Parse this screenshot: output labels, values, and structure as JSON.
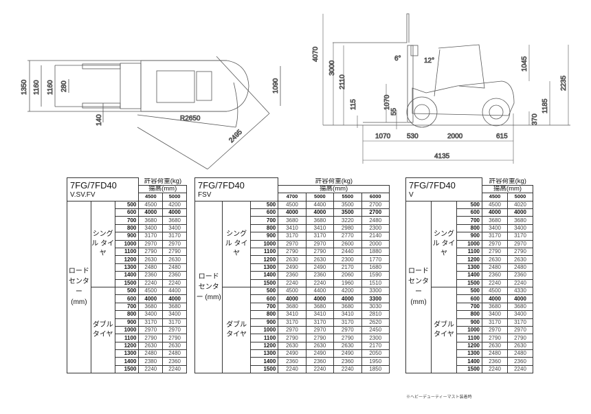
{
  "top_view": {
    "dims": [
      "1350",
      "1160",
      "1160",
      "280",
      "140",
      "R2650",
      "2495",
      "1090"
    ]
  },
  "side_view": {
    "dims": {
      "h4070": "4070",
      "h3000": "3000",
      "h2110": "2110",
      "h115": "115",
      "h1070": "1070",
      "h55": "55",
      "a6": "6°",
      "a12": "12°",
      "h1045": "1045",
      "h1185": "1185",
      "h2235": "2235",
      "h370": "370",
      "l1070": "1070",
      "l530": "530",
      "l2000": "2000",
      "l615": "615",
      "l4135": "4135"
    }
  },
  "labels": {
    "capacity": "許容荷重(kg)",
    "lift_height": "揚高(mm)",
    "load_center": "ロード センター (mm)",
    "single": "シングル タイヤ",
    "double": "ダブル タイヤ"
  },
  "load_centers": [
    "500",
    "600",
    "700",
    "800",
    "900",
    "1000",
    "1100",
    "1200",
    "1300",
    "1400",
    "1500"
  ],
  "tables": [
    {
      "model": "7FG/7FD40",
      "variant": "V.SV.FV",
      "heights": [
        "4500",
        "5000"
      ],
      "single": [
        [
          "4500",
          "4200"
        ],
        [
          "4000",
          "4000"
        ],
        [
          "3680",
          "3680"
        ],
        [
          "3400",
          "3400"
        ],
        [
          "3170",
          "3170"
        ],
        [
          "2970",
          "2970"
        ],
        [
          "2790",
          "2790"
        ],
        [
          "2630",
          "2630"
        ],
        [
          "2480",
          "2480"
        ],
        [
          "2360",
          "2360"
        ],
        [
          "2240",
          "2240"
        ]
      ],
      "double": [
        [
          "4500",
          "4400"
        ],
        [
          "4000",
          "4000"
        ],
        [
          "3680",
          "3680"
        ],
        [
          "3400",
          "3400"
        ],
        [
          "3170",
          "3170"
        ],
        [
          "2970",
          "2970"
        ],
        [
          "2790",
          "2790"
        ],
        [
          "2630",
          "2630"
        ],
        [
          "2480",
          "2480"
        ],
        [
          "2380",
          "2360"
        ],
        [
          "2240",
          "2240"
        ]
      ]
    },
    {
      "model": "7FG/7FD40",
      "variant": "FSV",
      "heights": [
        "4700",
        "5000",
        "5500",
        "6000"
      ],
      "single": [
        [
          "4500",
          "4400",
          "3500",
          "2700"
        ],
        [
          "4000",
          "4000",
          "3500",
          "2700"
        ],
        [
          "3680",
          "3680",
          "3220",
          "2480"
        ],
        [
          "3410",
          "3410",
          "2980",
          "2300"
        ],
        [
          "3170",
          "3170",
          "2770",
          "2140"
        ],
        [
          "2970",
          "2970",
          "2600",
          "2000"
        ],
        [
          "2790",
          "2790",
          "2440",
          "1880"
        ],
        [
          "2630",
          "2630",
          "2300",
          "1770"
        ],
        [
          "2490",
          "2490",
          "2170",
          "1680"
        ],
        [
          "2360",
          "2360",
          "2060",
          "1590"
        ],
        [
          "2240",
          "2240",
          "1960",
          "1510"
        ]
      ],
      "double": [
        [
          "4500",
          "4400",
          "4200",
          "3300"
        ],
        [
          "4000",
          "4000",
          "4000",
          "3300"
        ],
        [
          "3680",
          "3680",
          "3680",
          "3030"
        ],
        [
          "3410",
          "3410",
          "3410",
          "2810"
        ],
        [
          "3170",
          "3170",
          "3170",
          "2620"
        ],
        [
          "2970",
          "2970",
          "2970",
          "2450"
        ],
        [
          "2790",
          "2790",
          "2790",
          "2300"
        ],
        [
          "2630",
          "2630",
          "2630",
          "2170"
        ],
        [
          "2490",
          "2490",
          "2490",
          "2050"
        ],
        [
          "2360",
          "2360",
          "2360",
          "1950"
        ],
        [
          "2240",
          "2240",
          "2240",
          "1850"
        ]
      ]
    },
    {
      "model": "7FG/7FD40",
      "variant": "V",
      "heights": [
        "4500",
        "5000"
      ],
      "single": [
        [
          "4500",
          "4020"
        ],
        [
          "4000",
          "4000"
        ],
        [
          "3680",
          "3680"
        ],
        [
          "3400",
          "3400"
        ],
        [
          "3170",
          "3170"
        ],
        [
          "2970",
          "2970"
        ],
        [
          "2790",
          "2790"
        ],
        [
          "2630",
          "2630"
        ],
        [
          "2480",
          "2480"
        ],
        [
          "2360",
          "2360"
        ],
        [
          "2240",
          "2240"
        ]
      ],
      "double": [
        [
          "4500",
          "4330"
        ],
        [
          "4000",
          "4000"
        ],
        [
          "3680",
          "3680"
        ],
        [
          "3400",
          "3400"
        ],
        [
          "3170",
          "3170"
        ],
        [
          "2970",
          "2970"
        ],
        [
          "2790",
          "2790"
        ],
        [
          "2630",
          "2630"
        ],
        [
          "2480",
          "2480"
        ],
        [
          "2360",
          "2360"
        ],
        [
          "2240",
          "2240"
        ]
      ]
    }
  ],
  "footnote": "※ヘビーデューティーマスト装着時"
}
